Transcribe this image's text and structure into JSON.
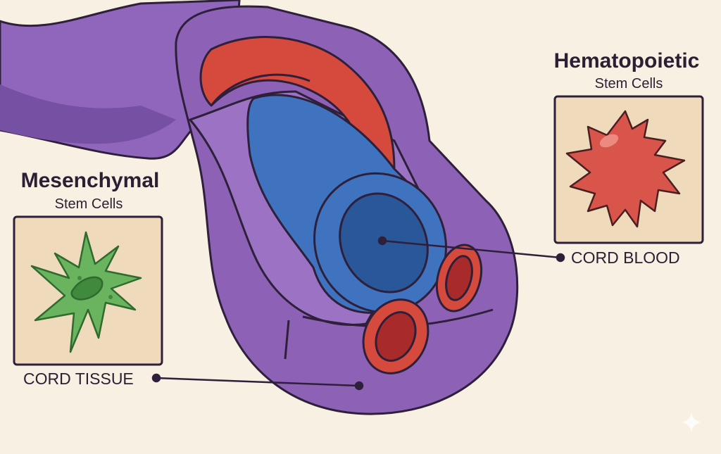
{
  "left_panel": {
    "title": "Mesenchymal",
    "subtitle": "Stem Cells",
    "label": "CORD TISSUE",
    "cell_icon": "green-stellate-cell"
  },
  "right_panel": {
    "title": "Hematopoietic",
    "subtitle": "Stem Cells",
    "label": "CORD BLOOD",
    "cell_icon": "red-spiky-cell"
  },
  "colors": {
    "background": "#f8f0e3",
    "cord_purple": "#8d62b6",
    "vein_blue": "#3f73c0",
    "artery_red": "#d64a3e",
    "msc_green": "#6ab35f",
    "hsc_red": "#d9544a"
  }
}
